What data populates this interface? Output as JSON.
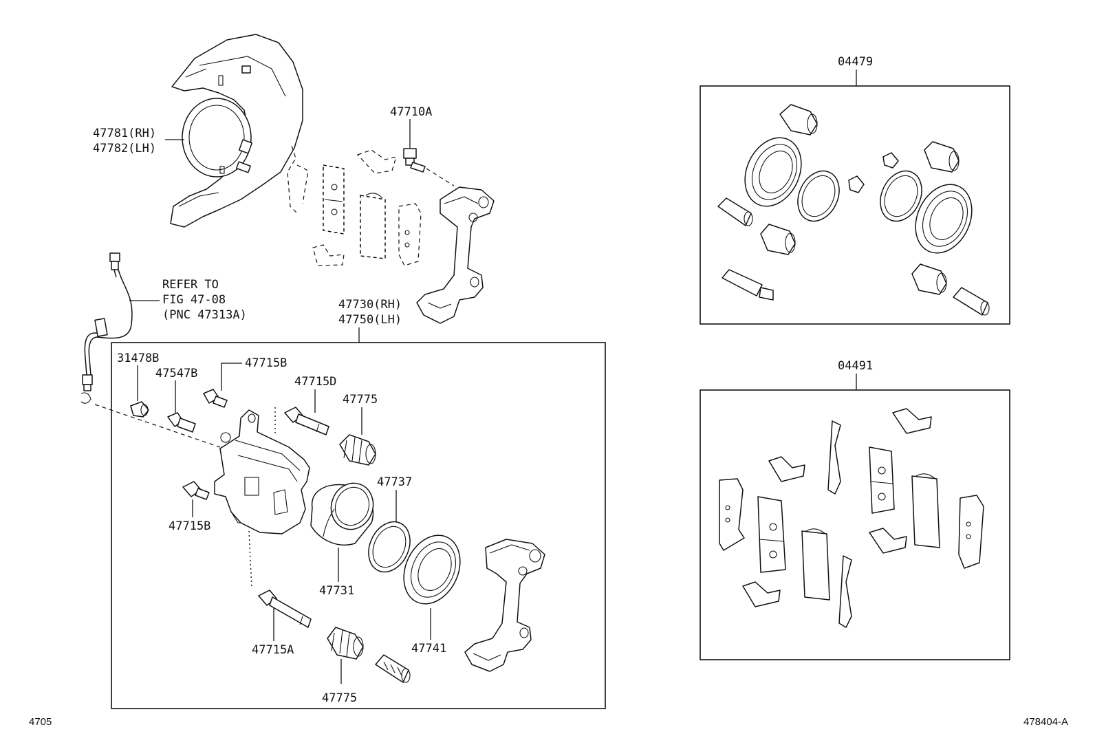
{
  "labels": {
    "shield_rh": "47781(RH)",
    "shield_lh": "47782(LH)",
    "bolt_top": "47710A",
    "refer_1": "REFER TO",
    "refer_2": "FIG 47-08",
    "refer_3": "(PNC 47313A)",
    "caliper_rh": "47730(RH)",
    "caliper_lh": "47750(LH)",
    "cap_31478b": "31478B",
    "plug_47547b": "47547B",
    "bolt_47715b_top": "47715B",
    "pin_47715d": "47715D",
    "boot_47775_top": "47775",
    "ring_47737": "47737",
    "bolt_47715b_low": "47715B",
    "piston_47731": "47731",
    "seal_47741": "47741",
    "pin_47715a": "47715A",
    "boot_47775_low": "47775",
    "kit_04479": "04479",
    "kit_04491": "04491"
  },
  "footer": {
    "left_code": "4705",
    "right_code": "478404-A"
  }
}
